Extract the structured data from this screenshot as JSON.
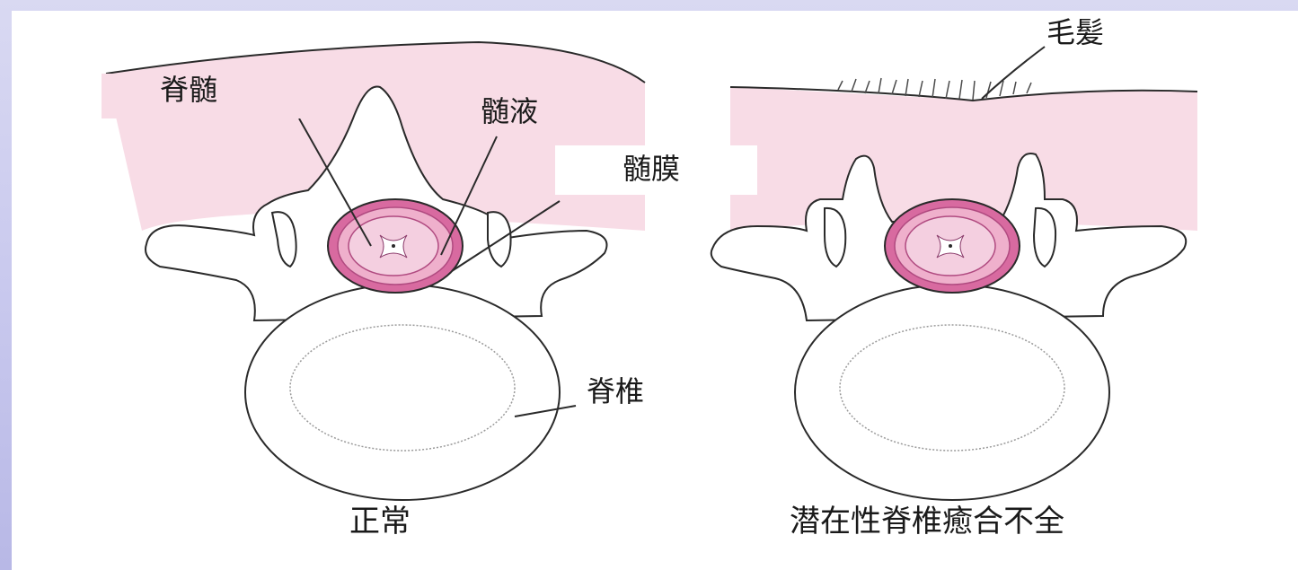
{
  "labels": {
    "spinal_cord": "脊髄",
    "csf": "髄液",
    "meninges": "髄膜",
    "hair": "毛髪",
    "vertebra": "脊椎"
  },
  "captions": {
    "normal": "正常",
    "occult": "潜在性脊椎癒合不全"
  },
  "colors": {
    "skin": "#f8dce6",
    "dura": "#d86aa0",
    "cord": "#f4cfe0",
    "bone_fill": "#ffffff",
    "outline": "#2a2a2a"
  }
}
